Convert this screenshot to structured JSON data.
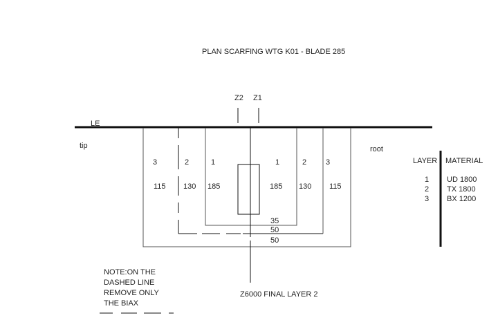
{
  "title": "PLAN SCARFING  WTG K01 - BLADE 285",
  "markers": {
    "z2": "Z2",
    "z1": "Z1"
  },
  "labels": {
    "le": "LE",
    "tip": "tip",
    "root": "root"
  },
  "layers_left": [
    {
      "layer": "3",
      "width": "115"
    },
    {
      "layer": "2",
      "width": "130"
    },
    {
      "layer": "1",
      "width": "185"
    }
  ],
  "layers_right": [
    {
      "layer": "1",
      "width": "185"
    },
    {
      "layer": "2",
      "width": "130"
    },
    {
      "layer": "3",
      "width": "115"
    }
  ],
  "bottom_offsets": [
    "35",
    "50",
    "50"
  ],
  "table": {
    "headers": [
      "LAYER",
      "MATERIAL"
    ],
    "rows": [
      {
        "layer": "1",
        "material": "UD 1800"
      },
      {
        "layer": "2",
        "material": "TX  1800"
      },
      {
        "layer": "3",
        "material": "BX 1200"
      }
    ]
  },
  "note": [
    "NOTE:ON THE",
    "DASHED LINE",
    "REMOVE ONLY",
    "THE BIAX"
  ],
  "final_label": "Z6000 FINAL LAYER 2"
}
